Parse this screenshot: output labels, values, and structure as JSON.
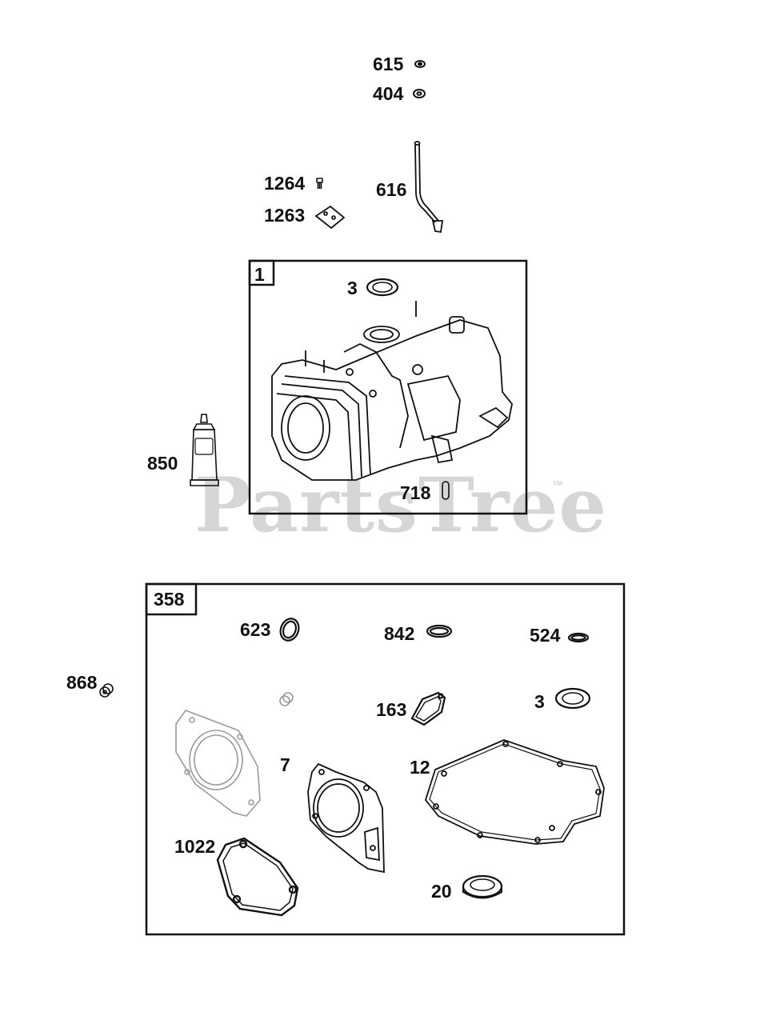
{
  "watermark": {
    "text": "PartsTree",
    "trademark": "™"
  },
  "groups": [
    {
      "id": "group-1",
      "label": "1"
    },
    {
      "id": "group-358",
      "label": "358"
    }
  ],
  "parts": {
    "p615": "615",
    "p404": "404",
    "p1264": "1264",
    "p616": "616",
    "p1263": "1263",
    "p3_top": "3",
    "p850": "850",
    "p718": "718",
    "p623": "623",
    "p842": "842",
    "p524": "524",
    "p868": "868",
    "p163": "163",
    "p3_bottom": "3",
    "p7": "7",
    "p12": "12",
    "p1022": "1022",
    "p20": "20"
  },
  "colors": {
    "line": "#111111",
    "ghost": "#9a9a9a",
    "watermark": "#d6d6d6"
  }
}
